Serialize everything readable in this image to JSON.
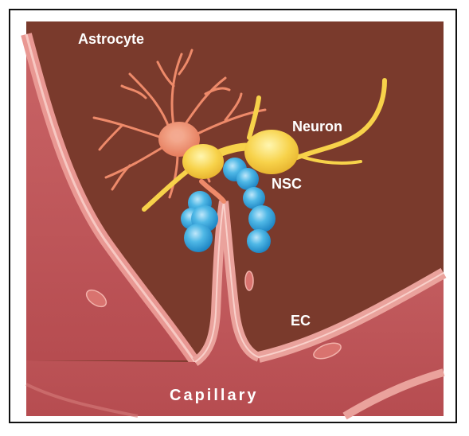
{
  "labels": {
    "astrocyte": "Astrocyte",
    "neuron": "Neuron",
    "nsc": "NSC",
    "ec": "EC",
    "capillary": "Capillary"
  },
  "colors": {
    "tissue": "#7a3a2c",
    "vessel_wall": "#e08a86",
    "vessel_lumen": "#c0585a",
    "astrocyte": "#ee8a6a",
    "neuron": "#f7d24a",
    "nsc": "#39a9dc"
  }
}
